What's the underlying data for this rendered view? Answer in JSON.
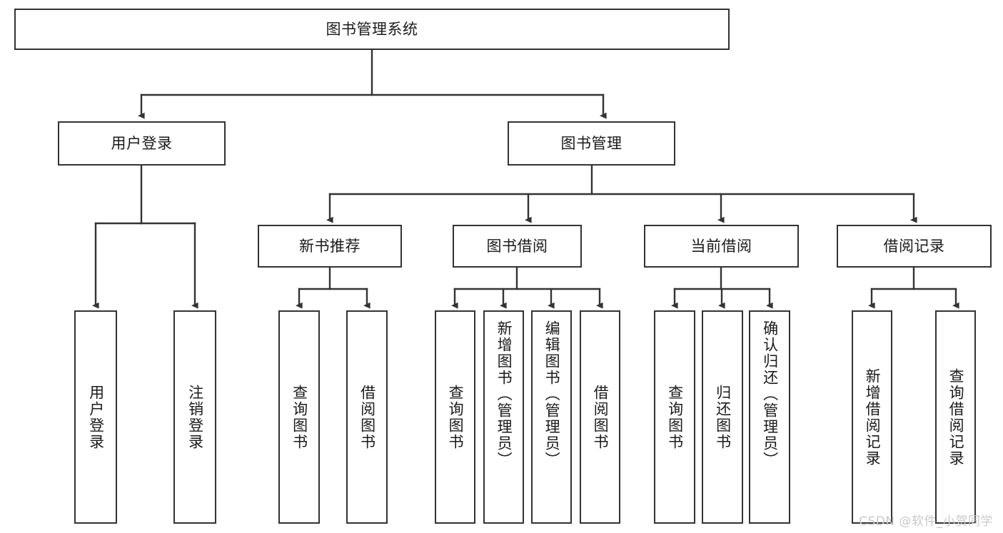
{
  "diagram": {
    "title": "图书管理系统",
    "type": "tree-hierarchy-diagram",
    "colors": {
      "box_border": "#333333",
      "box_fill": "#ffffff",
      "connector": "#333333",
      "text": "#1a1a1a",
      "watermark": "#c9c9c9",
      "background": "#ffffff"
    },
    "root": {
      "label": "图书管理系统"
    },
    "level1": [
      {
        "label": "用户登录"
      },
      {
        "label": "图书管理"
      }
    ],
    "level2": [
      {
        "label": "新书推荐"
      },
      {
        "label": "图书借阅"
      },
      {
        "label": "当前借阅"
      },
      {
        "label": "借阅记录"
      }
    ],
    "leaves": {
      "user_login": [
        {
          "label": "用户登录"
        },
        {
          "label": "注销登录"
        }
      ],
      "new_book_recommend": [
        {
          "label": "查询图书"
        },
        {
          "label": "借阅图书"
        }
      ],
      "book_borrow": [
        {
          "label": "查询图书"
        },
        {
          "label": "新增图书（管理员）"
        },
        {
          "label": "编辑图书（管理员）"
        },
        {
          "label": "借阅图书"
        }
      ],
      "current_borrow": [
        {
          "label": "查询图书"
        },
        {
          "label": "归还图书"
        },
        {
          "label": "确认归还（管理员）"
        }
      ],
      "borrow_record": [
        {
          "label": "新增借阅记录"
        },
        {
          "label": "查询借阅记录"
        }
      ]
    }
  },
  "watermark": {
    "text": "CSDN @软件_小贺同学"
  }
}
